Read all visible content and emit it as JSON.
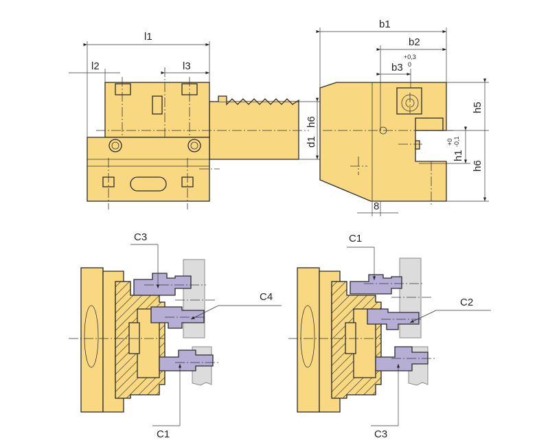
{
  "colors": {
    "body": "#F8D982",
    "tools": "#B7AED6",
    "workpiece": "#DCDCDC",
    "lines": "#2a2a2a"
  },
  "dimensions": {
    "l1": "l1",
    "l2": "l2",
    "l3": "l3",
    "h6_left": "h6",
    "d1": "d1",
    "b1": "b1",
    "b2": "b2",
    "b3": "b3",
    "b3_tol_upper": "+0,3",
    "b3_tol_lower": "0",
    "h5": "h5",
    "h1": "h1",
    "h1_tol_upper": "+0",
    "h1_tol_lower": "-0,1",
    "h6_right": "h6",
    "eight": "8"
  },
  "callouts_left": {
    "top": "C3",
    "right": "C4",
    "bottom": "C1"
  },
  "callouts_right": {
    "top": "C1",
    "right": "C2",
    "bottom": "C3"
  }
}
